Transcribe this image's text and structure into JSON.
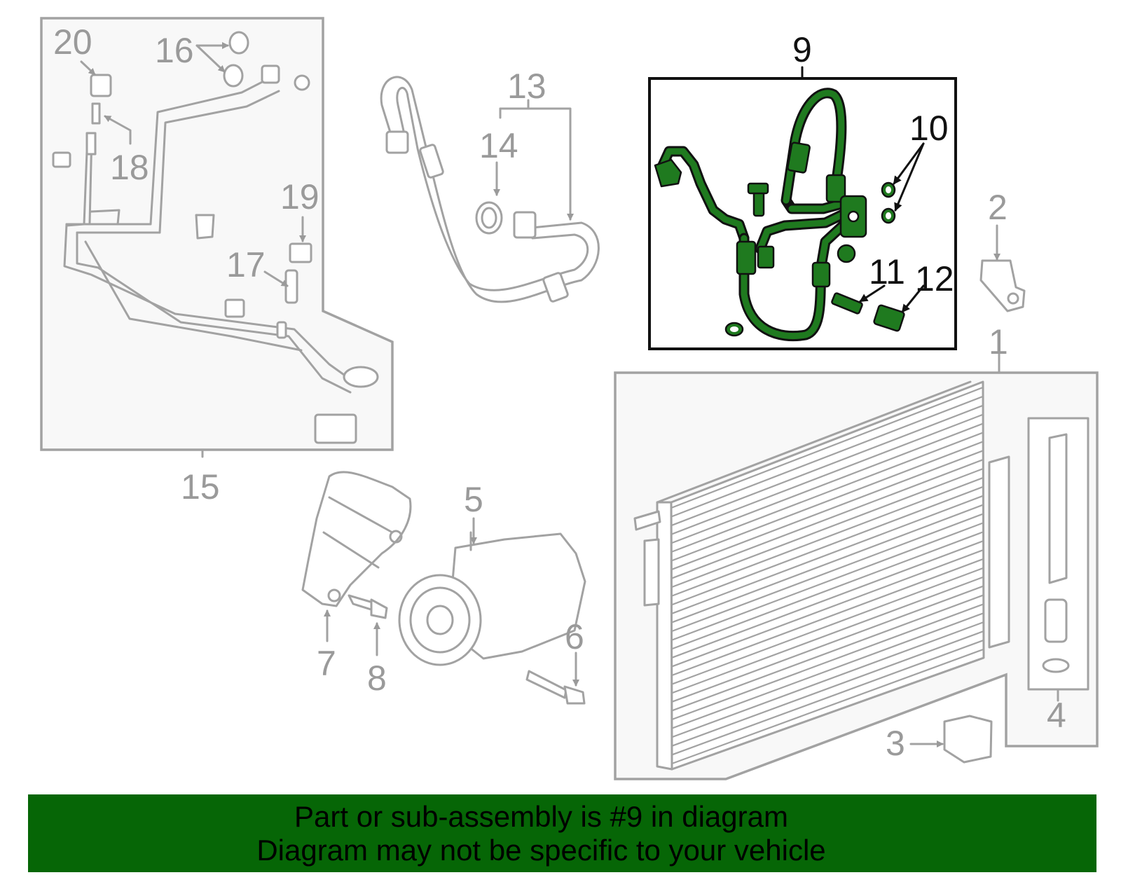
{
  "diagram": {
    "highlight_color": "#1f7a1f",
    "callouts": [
      {
        "id": "1",
        "text": "1"
      },
      {
        "id": "2",
        "text": "2"
      },
      {
        "id": "3",
        "text": "3"
      },
      {
        "id": "4",
        "text": "4"
      },
      {
        "id": "5",
        "text": "5"
      },
      {
        "id": "6",
        "text": "6"
      },
      {
        "id": "7",
        "text": "7"
      },
      {
        "id": "8",
        "text": "8"
      },
      {
        "id": "9",
        "text": "9"
      },
      {
        "id": "10",
        "text": "10"
      },
      {
        "id": "11",
        "text": "11"
      },
      {
        "id": "12",
        "text": "12"
      },
      {
        "id": "13",
        "text": "13"
      },
      {
        "id": "14",
        "text": "14"
      },
      {
        "id": "15",
        "text": "15"
      },
      {
        "id": "16",
        "text": "16"
      },
      {
        "id": "17",
        "text": "17"
      },
      {
        "id": "18",
        "text": "18"
      },
      {
        "id": "19",
        "text": "19"
      },
      {
        "id": "20",
        "text": "20"
      }
    ]
  },
  "banner": {
    "background": "#066606",
    "line1": "Part or sub-assembly is #9 in diagram",
    "line2": "Diagram may not be specific to your vehicle"
  }
}
